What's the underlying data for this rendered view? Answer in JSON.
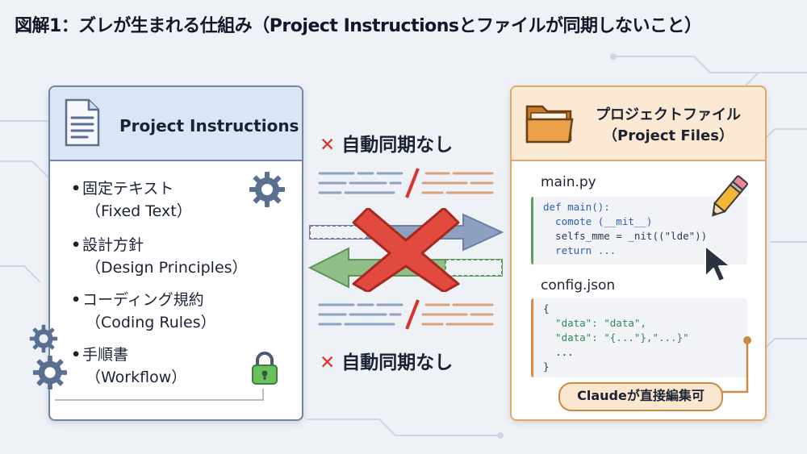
{
  "title": "図解1：ズレが生まれる仕組み（Project Instructionsとファイルが同期しないこと）",
  "left_panel": {
    "header": "Project Instructions",
    "items": [
      {
        "label": "固定テキスト",
        "sub": "（Fixed Text）"
      },
      {
        "label": "設計方針",
        "sub": "（Design Principles）"
      },
      {
        "label": "コーディング規約",
        "sub": "（Coding Rules）"
      },
      {
        "label": "手順書",
        "sub": "（Workflow）"
      }
    ]
  },
  "middle": {
    "top_label": "自動同期なし",
    "bottom_label": "自動同期なし",
    "x_mark": "✕"
  },
  "right_panel": {
    "header_line1": "プロジェクトファイル",
    "header_line2": "（Project Files）",
    "file1": {
      "name": "main.py",
      "code": [
        "def main():",
        "  comote (__mit__)",
        "  selfs_mme = _nit((\"lde\"))",
        "  return ..."
      ]
    },
    "file2": {
      "name": "config.json",
      "code": [
        "{",
        "  \"data\": \"data\",",
        "  \"data\": \"{...\"},\"...}\"",
        "  ...",
        "}"
      ]
    },
    "badge": "Claudeが直接編集可"
  },
  "colors": {
    "left_accent": "#6f86a8",
    "right_accent": "#e0a86c",
    "no_sync_red": "#d9342b",
    "arrow_blue": "#8496b8",
    "arrow_green": "#7fb07a"
  }
}
